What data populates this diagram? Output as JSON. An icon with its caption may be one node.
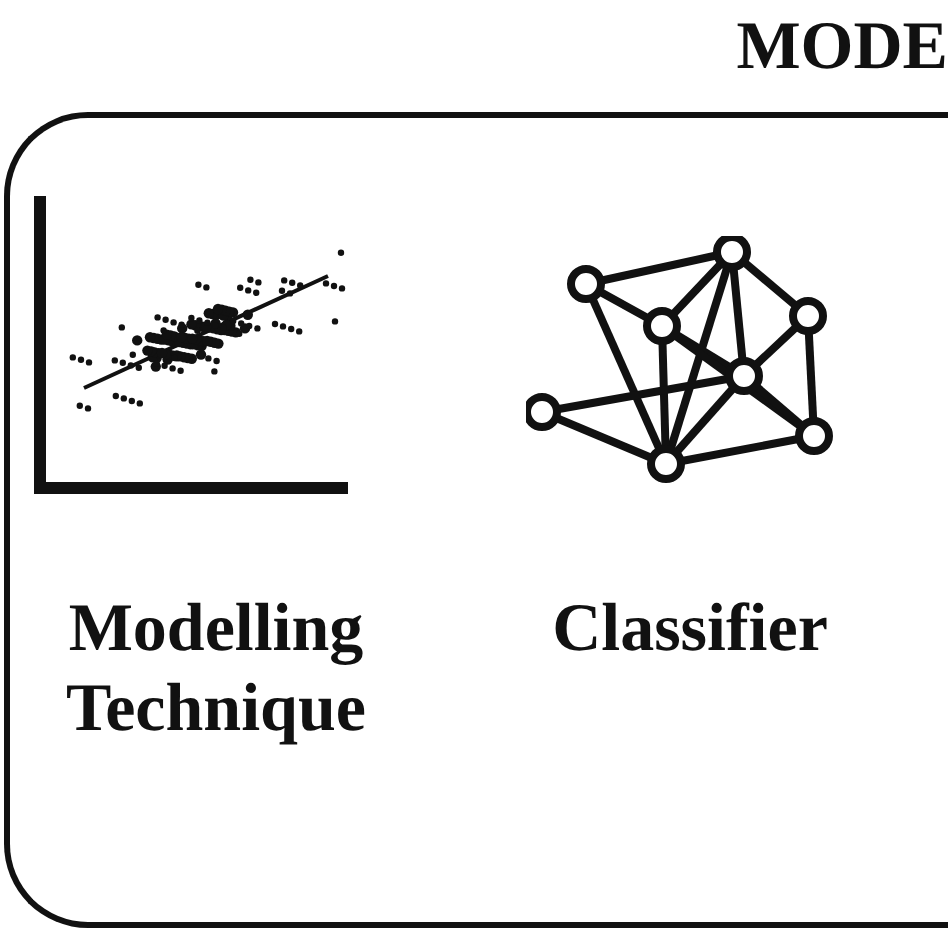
{
  "diagram": {
    "nodes": [
      {
        "text": [
          "MODE"
        ]
      },
      {
        "text": [
          "Modelling Technique"
        ],
        "in": 0
      },
      {
        "text": [
          "Classifier"
        ],
        "in": 0
      }
    ]
  }
}
